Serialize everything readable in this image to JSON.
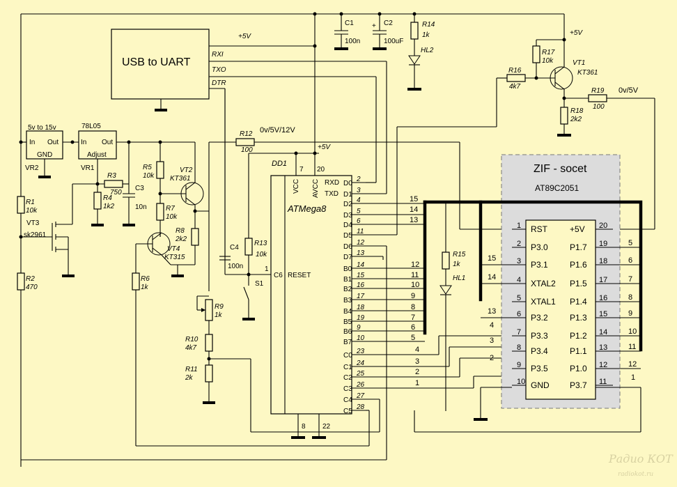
{
  "usb_uart": {
    "label": "USB to UART",
    "pins": {
      "rxi": "RXI",
      "txo": "TXO",
      "dtr": "DTR"
    },
    "vcc": "+5V"
  },
  "mcu": {
    "ref": "DD1",
    "name": "ATMega8",
    "vcc": "VCC",
    "avcc": "AVCC",
    "rxd": "RXD",
    "txd": "TXD",
    "reset": "RESET",
    "vcc_pin": "7",
    "avcc_pin": "20",
    "reset_pin": "1",
    "gnd_pins": [
      "8",
      "22"
    ],
    "vcc_label": "+5V",
    "left_pins": [
      {
        "n": "D0",
        "p": "2"
      },
      {
        "n": "D1",
        "p": "3"
      },
      {
        "n": "D2",
        "p": "4"
      },
      {
        "n": "D3",
        "p": "5"
      },
      {
        "n": "D4",
        "p": "6"
      },
      {
        "n": "D5",
        "p": "11"
      },
      {
        "n": "D6",
        "p": "12"
      },
      {
        "n": "D7",
        "p": "13"
      },
      {
        "n": "B0",
        "p": "14"
      },
      {
        "n": "B1",
        "p": "15"
      },
      {
        "n": "B2",
        "p": "16"
      },
      {
        "n": "B3",
        "p": "17"
      },
      {
        "n": "B4",
        "p": "18"
      },
      {
        "n": "B5",
        "p": "19"
      },
      {
        "n": "B6",
        "p": "9"
      },
      {
        "n": "B7",
        "p": "10"
      },
      {
        "n": "C0",
        "p": "23"
      },
      {
        "n": "C1",
        "p": "24"
      },
      {
        "n": "C2",
        "p": "25"
      },
      {
        "n": "C3",
        "p": "26"
      },
      {
        "n": "C4",
        "p": "27"
      },
      {
        "n": "C5",
        "p": "28"
      }
    ],
    "c6": "C6"
  },
  "zif": {
    "title": "ZIF - socet",
    "chip": "AT89C2051",
    "left": [
      {
        "p": "1",
        "n": "RST"
      },
      {
        "p": "2",
        "n": "P3.0"
      },
      {
        "p": "3",
        "n": "P3.1"
      },
      {
        "p": "4",
        "n": "XTAL2"
      },
      {
        "p": "5",
        "n": "XTAL1"
      },
      {
        "p": "6",
        "n": "P3.2"
      },
      {
        "p": "7",
        "n": "P3.3"
      },
      {
        "p": "8",
        "n": "P3.4"
      },
      {
        "p": "9",
        "n": "P3.5"
      },
      {
        "p": "10",
        "n": "GND"
      }
    ],
    "right": [
      {
        "p": "20",
        "n": "+5V"
      },
      {
        "p": "19",
        "n": "P1.7"
      },
      {
        "p": "18",
        "n": "P1.6"
      },
      {
        "p": "17",
        "n": "P1.5"
      },
      {
        "p": "16",
        "n": "P1.4"
      },
      {
        "p": "15",
        "n": "P1.3"
      },
      {
        "p": "14",
        "n": "P1.2"
      },
      {
        "p": "13",
        "n": "P1.1"
      },
      {
        "p": "12",
        "n": "P1.0"
      },
      {
        "p": "11",
        "n": "P3.7"
      }
    ]
  },
  "bus_labels": {
    "d2": "15",
    "d3": "14",
    "d4": "13",
    "b0": "12",
    "b1": "11",
    "b2": "10",
    "b3": "9",
    "b4": "8",
    "b5": "7",
    "b6": "6",
    "b7": "5",
    "c0": "4",
    "c1": "3",
    "c2": "2",
    "c3": "1",
    "z_left3": "15",
    "z_left4": "14",
    "z_left6": "13",
    "z_left7": "4",
    "z_left8": "3",
    "z_left9": "2",
    "z_r19": "5",
    "z_r18": "6",
    "z_r17": "7",
    "z_r16": "8",
    "z_r15": "9",
    "z_r14": "10",
    "z_r13": "11",
    "z_r12": "12",
    "z_r11": "1"
  },
  "components": {
    "vr2": {
      "ref": "VR2",
      "range": "5v to 15v",
      "in": "In",
      "out": "Out",
      "gnd": "GND"
    },
    "vr1": {
      "ref": "VR1",
      "type": "78L05",
      "in": "In",
      "out": "Out",
      "adj": "Adjust"
    },
    "r1": {
      "ref": "R1",
      "val": "10k"
    },
    "r2": {
      "ref": "R2",
      "val": "470"
    },
    "r3": {
      "ref": "R3",
      "val": "750"
    },
    "r4": {
      "ref": "R4",
      "val": "1k2"
    },
    "r5": {
      "ref": "R5",
      "val": "10k"
    },
    "r6": {
      "ref": "R6",
      "val": "1k"
    },
    "r7": {
      "ref": "R7",
      "val": "10k"
    },
    "r8": {
      "ref": "R8",
      "val": "2k2"
    },
    "r9": {
      "ref": "R9",
      "val": "1k"
    },
    "r10": {
      "ref": "R10",
      "val": "4k7"
    },
    "r11": {
      "ref": "R11",
      "val": "2k"
    },
    "r12": {
      "ref": "R12",
      "val": "100"
    },
    "r13": {
      "ref": "R13",
      "val": "10k"
    },
    "r14": {
      "ref": "R14",
      "val": "1k"
    },
    "r15": {
      "ref": "R15",
      "val": "1k"
    },
    "r16": {
      "ref": "R16",
      "val": "4k7"
    },
    "r17": {
      "ref": "R17",
      "val": "10k"
    },
    "r18": {
      "ref": "R18",
      "val": "2k2"
    },
    "r19": {
      "ref": "R19",
      "val": "100"
    },
    "c1": {
      "ref": "C1",
      "val": "100n"
    },
    "c2": {
      "ref": "C2",
      "val": "100uF"
    },
    "c3": {
      "ref": "C3",
      "val": "10n"
    },
    "c4": {
      "ref": "C4",
      "val": "100n"
    },
    "vt1": {
      "ref": "VT1",
      "type": "KT361"
    },
    "vt2": {
      "ref": "VT2",
      "type": "KT361"
    },
    "vt3": {
      "ref": "VT3",
      "type": "sk2961"
    },
    "vt4": {
      "ref": "VT4",
      "type": "KT315"
    },
    "hl1": {
      "ref": "HL1"
    },
    "hl2": {
      "ref": "HL2"
    },
    "s1": {
      "ref": "S1"
    }
  },
  "net_labels": {
    "vpp": "0v/5V/12V",
    "vcc_sw": "0v/5V",
    "plus5a": "+5V",
    "plus5b": "+5V"
  },
  "watermark": {
    "brand": "Радио КОТ",
    "site": "radiokot.ru"
  }
}
